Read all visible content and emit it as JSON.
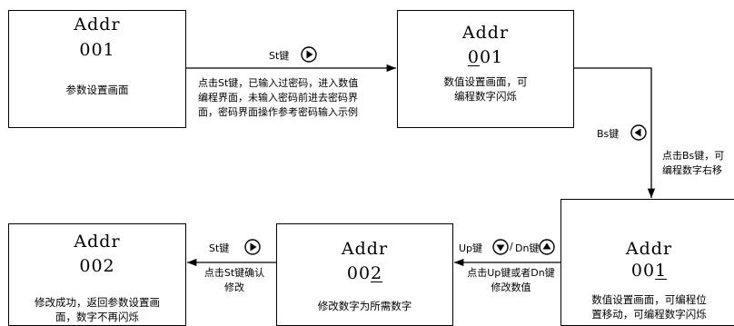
{
  "boxes": [
    {
      "addr": "Addr",
      "value": "001",
      "underline_index": -1,
      "desc": "参数设置画面"
    },
    {
      "addr": "Addr",
      "value": "001",
      "underline_index": 0,
      "desc": "数值设置画面，可\n编程数字闪烁"
    },
    {
      "addr": "Addr",
      "value": "001",
      "underline_index": 2,
      "desc": "数值设置画面，可编程位\n置移动，可编程数字闪烁"
    },
    {
      "addr": "Addr",
      "value": "002",
      "underline_index": 2,
      "desc": "修改数字为所需数字"
    },
    {
      "addr": "Addr",
      "value": "002",
      "underline_index": -1,
      "desc": "修改成功，返回参数设置画\n面，数字不再闪烁"
    }
  ],
  "edges": {
    "e1": {
      "key": "St键",
      "icon": "play-icon",
      "note": "点击St键，已输入过密码，进入数值\n编程界面，未输入密码前进去密码界\n面，密码界面操作参考密码输入示例"
    },
    "e2": {
      "key": "Bs键",
      "icon": "back-icon",
      "note": "点击Bs键，可\n编程数字右移"
    },
    "e3": {
      "key_up": "Up键",
      "sep": "/",
      "key_dn": "Dn键",
      "icon_up": "down-triangle-icon",
      "icon_dn": "up-triangle-icon",
      "note": "点击Up键或者Dn键\n修改数值"
    },
    "e4": {
      "key": "St键",
      "icon": "play-icon",
      "note": "点击St键确认\n修改"
    }
  }
}
